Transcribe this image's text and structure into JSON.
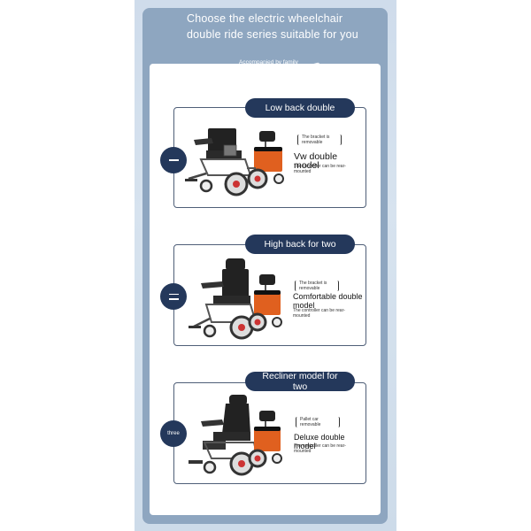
{
  "header": {
    "title": "Choose the electric wheelchair double ride series suitable for you",
    "subtitle": "Accompanied by family"
  },
  "sections": [
    {
      "pill": "Low back double",
      "badge": "",
      "note": "The bracket is removable",
      "model": "Vw double model",
      "controller": "The controller can be rear-mounted"
    },
    {
      "pill": "High back for two",
      "badge": "",
      "note": "The bracket is removable",
      "model": "Comfortable double model",
      "controller": "The controller can be rear-mounted"
    },
    {
      "pill": "Recliner model for two",
      "badge": "three",
      "note": "Pallet car removable",
      "model": "Deluxe double model",
      "controller": "The controller can be rear-mounted"
    }
  ],
  "colors": {
    "navy": "#24385b",
    "card_blue": "#8ea6c0",
    "seat_orange": "#e0601f",
    "wheel_red": "#d03a2a"
  },
  "icons": [
    "wheelchair-image",
    "lines-icon"
  ]
}
